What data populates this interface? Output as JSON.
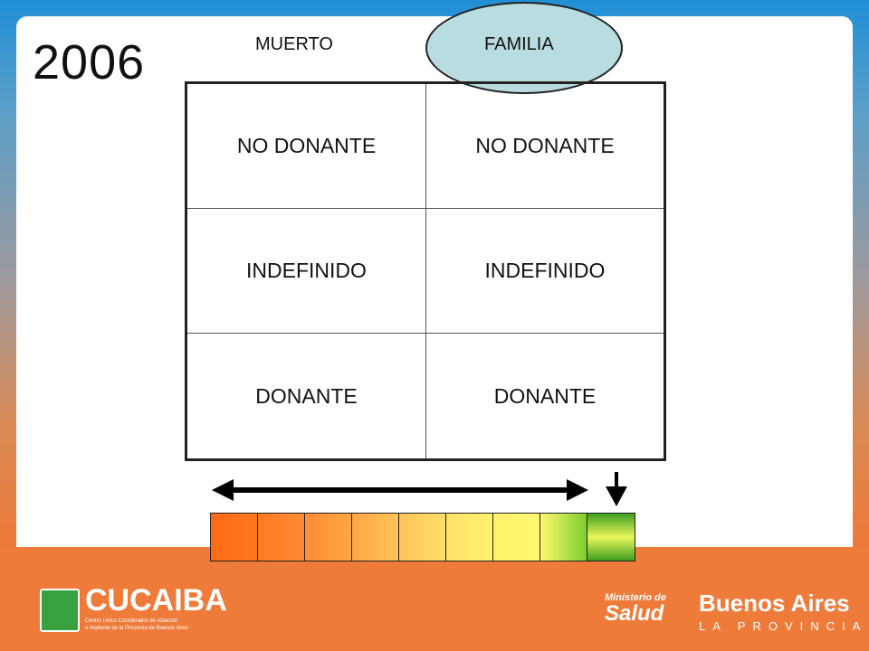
{
  "slide": {
    "year": "2006",
    "columns": [
      "MUERTO",
      "FAMILIA"
    ],
    "highlighted_column": "FAMILIA",
    "rows": [
      [
        "NO DONANTE",
        "NO DONANTE"
      ],
      [
        "INDEFINIDO",
        "INDEFINIDO"
      ],
      [
        "DONANTE",
        "DONANTE"
      ]
    ],
    "scale_colors": [
      "#ff6a14",
      "#ff7a22",
      "#ff8c33",
      "#ffa645",
      "#ffc35a",
      "#ffdf6a",
      "#fff36e",
      "#fff86f",
      "#7ccf2e"
    ],
    "highlight_color": "#b9dce0"
  },
  "footer": {
    "logo_left": {
      "brand": "CUCAIBA",
      "tag_line1": "Centro Unico Coordinador de Ablación",
      "tag_line2": "e implante de la Provincia de Buenos Aires"
    },
    "logo_ministerio": {
      "line1": "Ministerio de",
      "line2": "Salud"
    },
    "logo_province": {
      "line1": "Buenos Aires",
      "line2": "LA PROVINCIA"
    }
  }
}
